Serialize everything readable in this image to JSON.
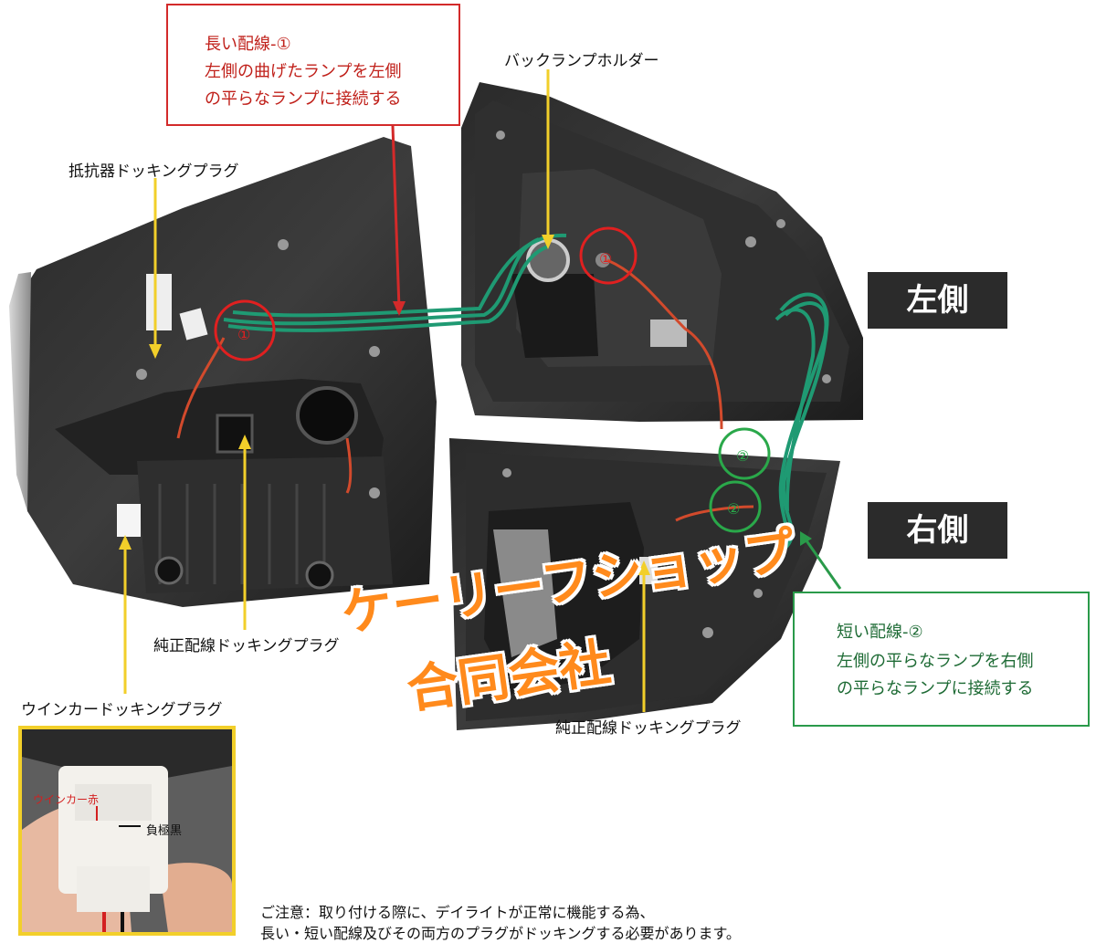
{
  "callouts": {
    "long_wire": {
      "title": "長い配線-①",
      "line1": "左側の曲げたランプを左側",
      "line2": "の平らなランプに接続する"
    },
    "short_wire": {
      "title": "短い配線-②",
      "line1": "左側の平らなランプを右側",
      "line2": "の平らなランプに接続する"
    }
  },
  "labels": {
    "backlamp_holder": "バックランプホルダー",
    "resistor_plug": "抵抗器ドッキングプラグ",
    "oem_plug_left": "純正配線ドッキングプラグ",
    "oem_plug_right": "純正配線ドッキングプラグ",
    "turn_plug": "ウインカードッキングプラグ"
  },
  "sides": {
    "left": "左側",
    "right": "右側"
  },
  "markers": {
    "one": "①",
    "two": "②"
  },
  "watermark": {
    "line1": "ケーリーフショップ",
    "line2": "合同会社"
  },
  "inset": {
    "red_wire": "ウインカー赤",
    "black_wire": "負極黒"
  },
  "note": {
    "line1": "ご注意：取り付ける際に、デイライトが正常に機能する為、",
    "line2": "長い・短い配線及びその両方のプラグがドッキングする必要があります。"
  },
  "colors": {
    "callout_red": "#d32a2a",
    "callout_green": "#2a9a4a",
    "pointer_yellow": "#f2cf2a",
    "watermark_orange": "#ff8a1c",
    "wire_green": "#1f9a73",
    "wire_red": "#d24a2c"
  }
}
